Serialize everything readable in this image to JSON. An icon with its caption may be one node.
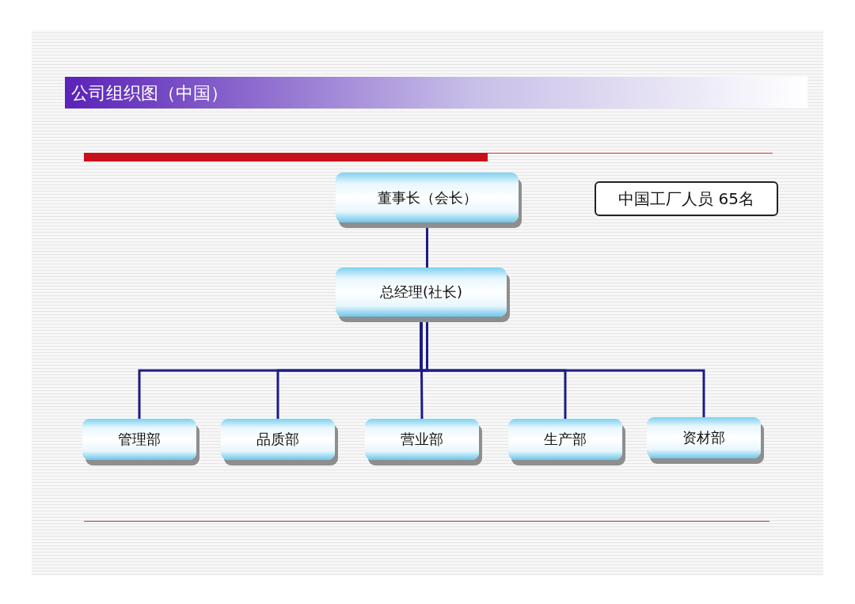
{
  "diagram": {
    "title": "公司组织图（中国）",
    "nodes": [
      {
        "text": [
          "董事长（会长）"
        ]
      },
      {
        "text": [
          "总经理(社长)"
        ]
      },
      {
        "text": [
          "管理部"
        ]
      },
      {
        "text": [
          "品质部"
        ]
      },
      {
        "text": [
          "营业部"
        ]
      },
      {
        "text": [
          "生产部"
        ]
      },
      {
        "text": [
          "资材部"
        ]
      },
      {
        "text": [
          "中国工厂人员 65名"
        ]
      }
    ],
    "edges": [
      {
        "from": 0,
        "to": 1,
        "arrow": "none"
      },
      {
        "from": 1,
        "to": 2,
        "arrow": "none"
      },
      {
        "from": 1,
        "to": 3,
        "arrow": "none"
      },
      {
        "from": 1,
        "to": 4,
        "arrow": "none"
      },
      {
        "from": 1,
        "to": 5,
        "arrow": "none"
      },
      {
        "from": 1,
        "to": 6,
        "arrow": "none"
      }
    ]
  }
}
